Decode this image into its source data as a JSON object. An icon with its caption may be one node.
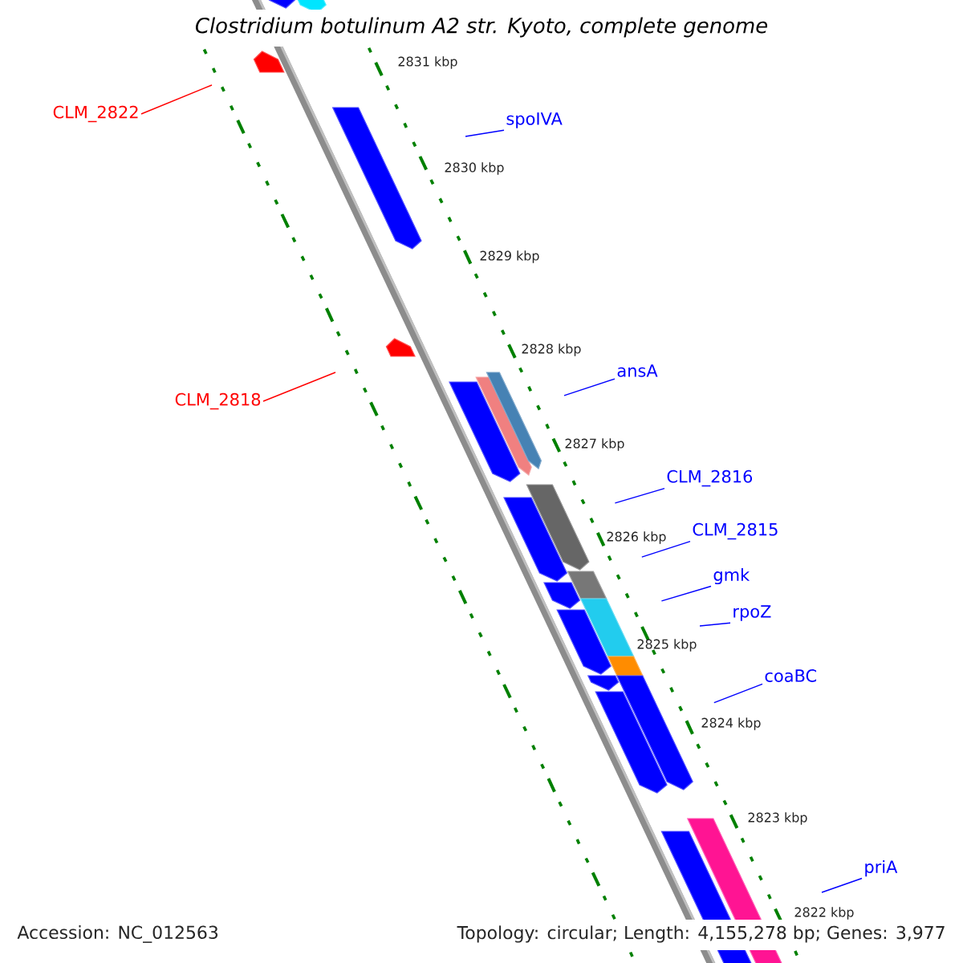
{
  "diagram": {
    "title": "Clostridium botulinum A2 str. Kyoto, complete genome",
    "nodes": [
      {
        "text": [
          "spoIVA"
        ]
      },
      {
        "text": [
          "ansA"
        ]
      },
      {
        "text": [
          "CLM_2816"
        ]
      },
      {
        "text": [
          "CLM_2815"
        ]
      },
      {
        "text": [
          "gmk"
        ]
      },
      {
        "text": [
          "rpoZ"
        ]
      },
      {
        "text": [
          "coaBC"
        ]
      },
      {
        "text": [
          "priA"
        ]
      },
      {
        "text": [
          "CLM_2822"
        ]
      },
      {
        "text": [
          "CLM_2818"
        ]
      }
    ],
    "edges": [
      {
        "from": 0,
        "to": null,
        "arrow": "none"
      },
      {
        "from": 1,
        "to": null,
        "arrow": "none"
      },
      {
        "from": 2,
        "to": null,
        "arrow": "none"
      },
      {
        "from": 3,
        "to": null,
        "arrow": "none"
      },
      {
        "from": 4,
        "to": null,
        "arrow": "none"
      },
      {
        "from": 5,
        "to": null,
        "arrow": "none"
      },
      {
        "from": 6,
        "to": null,
        "arrow": "none"
      },
      {
        "from": 7,
        "to": null,
        "arrow": "none"
      },
      {
        "from": 8,
        "to": null,
        "arrow": "none",
        "color": "#ff0000"
      },
      {
        "from": 9,
        "to": null,
        "arrow": "none",
        "color": "#ff0000"
      }
    ],
    "labels": [
      "2831 kbp",
      "2830 kbp",
      "2829 kbp",
      "2828 kbp",
      "2827 kbp",
      "2826 kbp",
      "2825 kbp",
      "2824 kbp",
      "2823 kbp",
      "2822 kbp",
      "Accession: NC_012563",
      "Topology: circular; Length: 4,155,278 bp; Genes: 3,977"
    ]
  }
}
